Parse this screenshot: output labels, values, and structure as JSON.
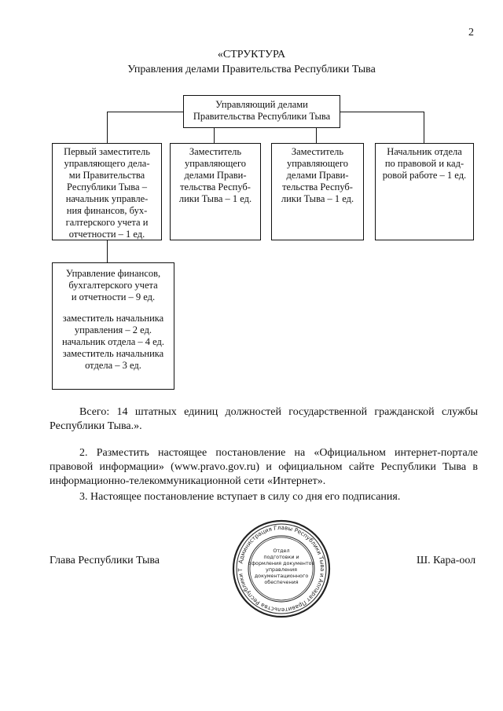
{
  "page_number": "2",
  "heading": {
    "line1": "«СТРУКТУРА",
    "line2": "Управления делами Правительства Республики Тыва"
  },
  "org_chart": {
    "top": [
      "Управляющий делами",
      "Правительства Республики Тыва"
    ],
    "level2": [
      [
        "Первый заместитель",
        "управляющего дела-",
        "ми Правительства",
        "Республики Тыва –",
        "начальник управле-",
        "ния финансов, бух-",
        "галтерского учета и",
        "отчетности – 1 ед."
      ],
      [
        "Заместитель",
        "управляющего",
        "делами Прави-",
        "тельства Респуб-",
        "лики Тыва – 1 ед."
      ],
      [
        "Заместитель",
        "управляющего",
        "делами Прави-",
        "тельства Респуб-",
        "лики Тыва – 1 ед."
      ],
      [
        "Начальник отдела",
        "по правовой и кад-",
        "ровой работе – 1 ед."
      ]
    ],
    "level3_main": [
      "Управление финансов,",
      "бухгалтерского учета",
      "и отчетности – 9 ед."
    ],
    "level3_details": [
      "заместитель начальника",
      "управления – 2 ед.",
      "начальник отдела – 4 ед.",
      "заместитель начальника",
      "отдела – 3 ед."
    ]
  },
  "total": "Всего: 14 штатных единиц должностей государственной гражданской службы Республики Тыва.».",
  "item2": "2. Разместить настоящее постановление на «Официальном интернет-портале правовой информации» (www.pravo.gov.ru) и официальном сайте Республики Тыва в информационно-телекоммуникационной сети «Интернет».",
  "item3": "3. Настоящее постановление вступает в силу со дня его подписания.",
  "signature": {
    "position": "Глава Республики Тыва",
    "name": "Ш. Кара-оол"
  },
  "stamp": {
    "ring_text": "Администрация Главы Республики Тыва и Аппарат Правительства Республики Тыва",
    "center_lines": [
      "Отдел",
      "подготовки и",
      "оформления документов",
      "управления",
      "документационного",
      "обеспечения"
    ]
  }
}
